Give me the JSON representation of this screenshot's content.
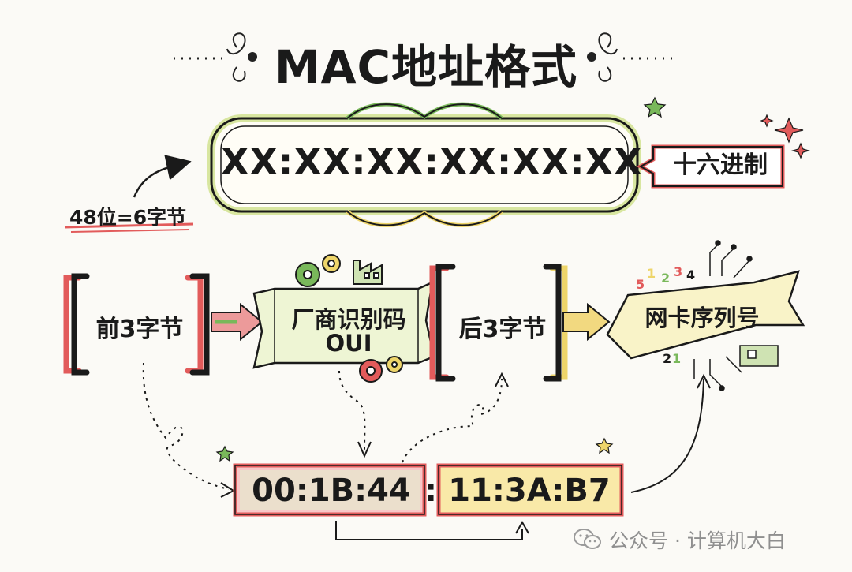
{
  "title": "MAC地址格式",
  "format": {
    "pattern": "XX:XX:XX:XX:XX:XX",
    "hex_label": "十六进制",
    "bits_label": "48位=6字节"
  },
  "breakdown": {
    "first_bytes": "前3字节",
    "oui_name": "厂商识别码",
    "oui_code": "OUI",
    "last_bytes": "后3字节",
    "serial": "网卡序列号"
  },
  "example": {
    "oui_part": "00:1B:44",
    "separator": ":",
    "serial_part": "11:3A:B7"
  },
  "watermark": "公众号 · 计算机大白",
  "colors": {
    "red": "#e25b5b",
    "green": "#79b85a",
    "yellow": "#eed56a",
    "ink": "#1a1a1a"
  }
}
